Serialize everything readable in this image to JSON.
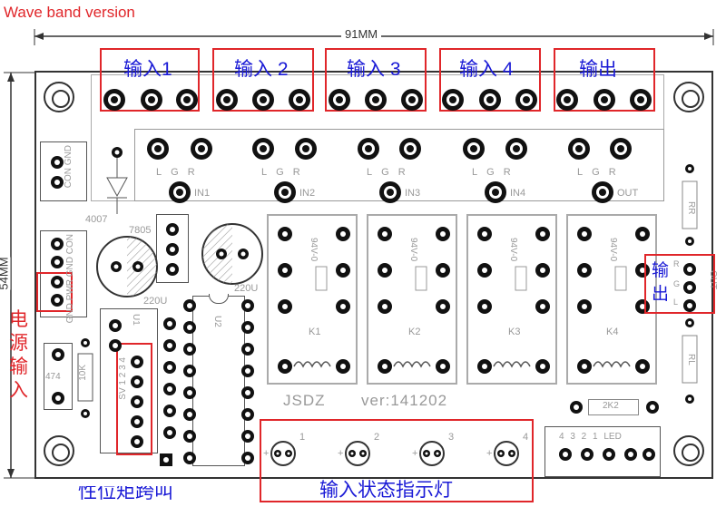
{
  "title": "Wave band version",
  "dims": {
    "width": "91MM",
    "height": "54MM"
  },
  "labels": {
    "in1": "输入1",
    "in2": "输入 2",
    "in3": "输入 3",
    "in4": "输入 4",
    "out": "输出",
    "out_right": "输\n出",
    "power": "电\n源\n输\n入",
    "indicator": "输入状态指示灯",
    "cut_text": "性位矩跨叫"
  },
  "silk": {
    "lgr": [
      "L",
      "G",
      "R"
    ],
    "in_names": [
      "IN1",
      "IN2",
      "IN3",
      "IN4",
      "OUT"
    ],
    "relays": [
      "K1",
      "K2",
      "K3",
      "K4"
    ],
    "relay_text": "94V-0",
    "con": "CON GND",
    "pwr": "GND PWR GND CON",
    "d4007": "4007",
    "reg": "7805",
    "cap1": "220U",
    "cap2": "220U",
    "u1": "U1",
    "u2": "U2",
    "c474": "474",
    "r10k": "10K",
    "sv": "SV 1 2 3 4",
    "brand": "JSDZ",
    "ver": "ver:141202",
    "r2k2": "2K2",
    "rr": "RR",
    "rl": "RL",
    "out_side": "OUT",
    "l_side": "L",
    "r_side": "R",
    "g_side": "G",
    "leds": [
      "1",
      "2",
      "3",
      "4"
    ],
    "led_hdr": "4 3 2 1 LED",
    "plus": "+"
  }
}
